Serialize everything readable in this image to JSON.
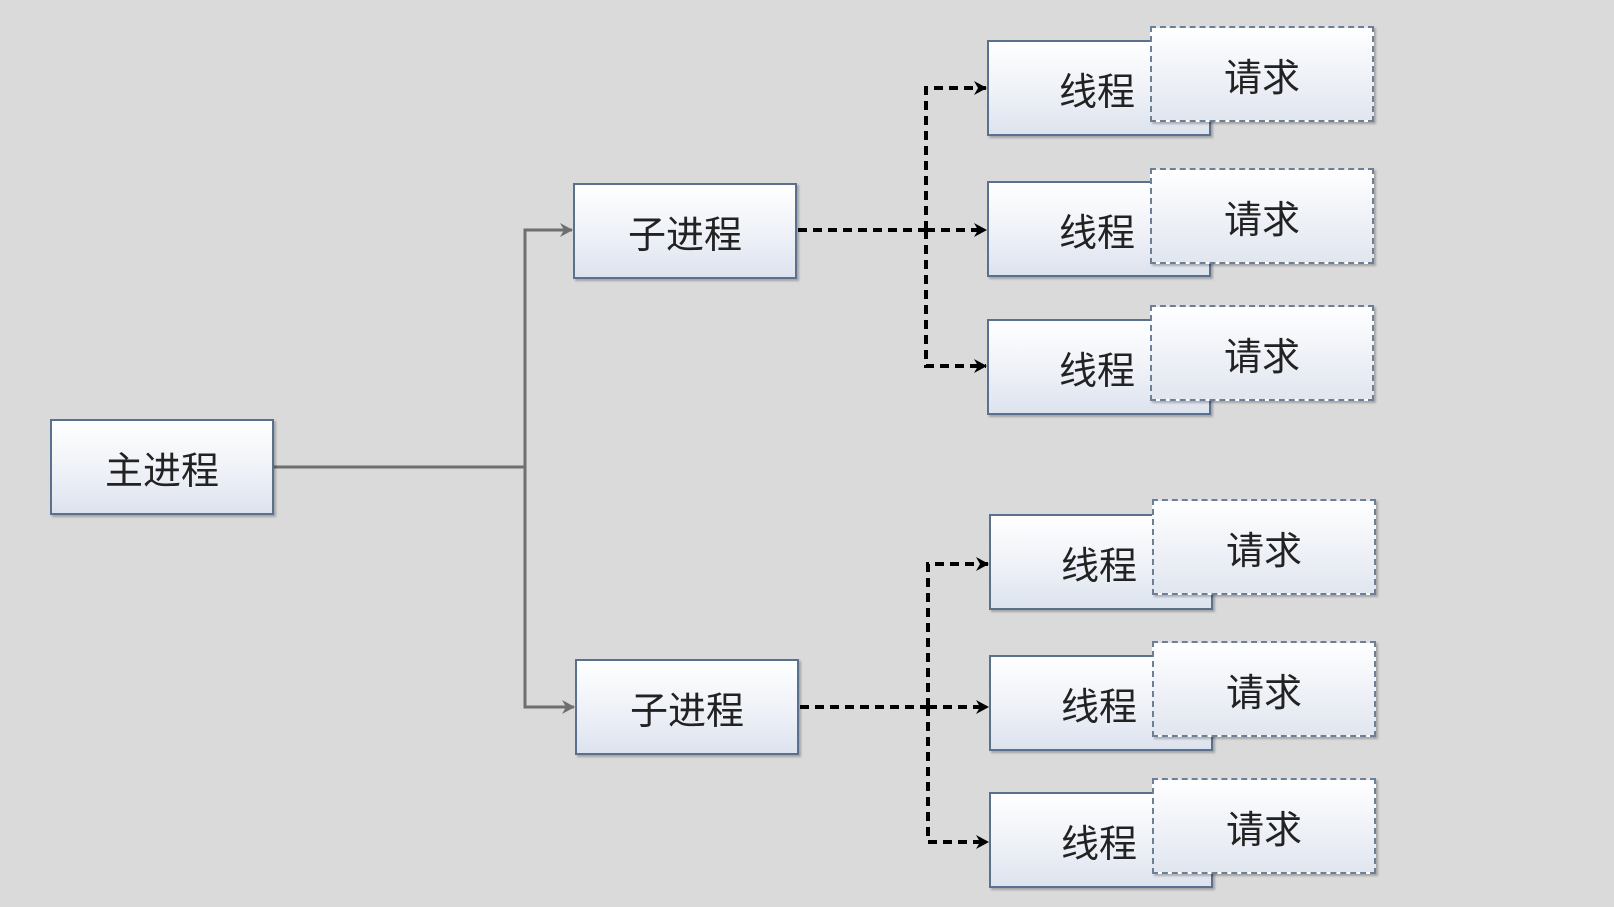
{
  "main_process": {
    "label": "主进程"
  },
  "child_processes": [
    {
      "label": "子进程",
      "threads": [
        {
          "label": "线程",
          "request": "请求"
        },
        {
          "label": "线程",
          "request": "请求"
        },
        {
          "label": "线程",
          "request": "请求"
        }
      ]
    },
    {
      "label": "子进程",
      "threads": [
        {
          "label": "线程",
          "request": "请求"
        },
        {
          "label": "线程",
          "request": "请求"
        },
        {
          "label": "线程",
          "request": "请求"
        }
      ]
    }
  ]
}
